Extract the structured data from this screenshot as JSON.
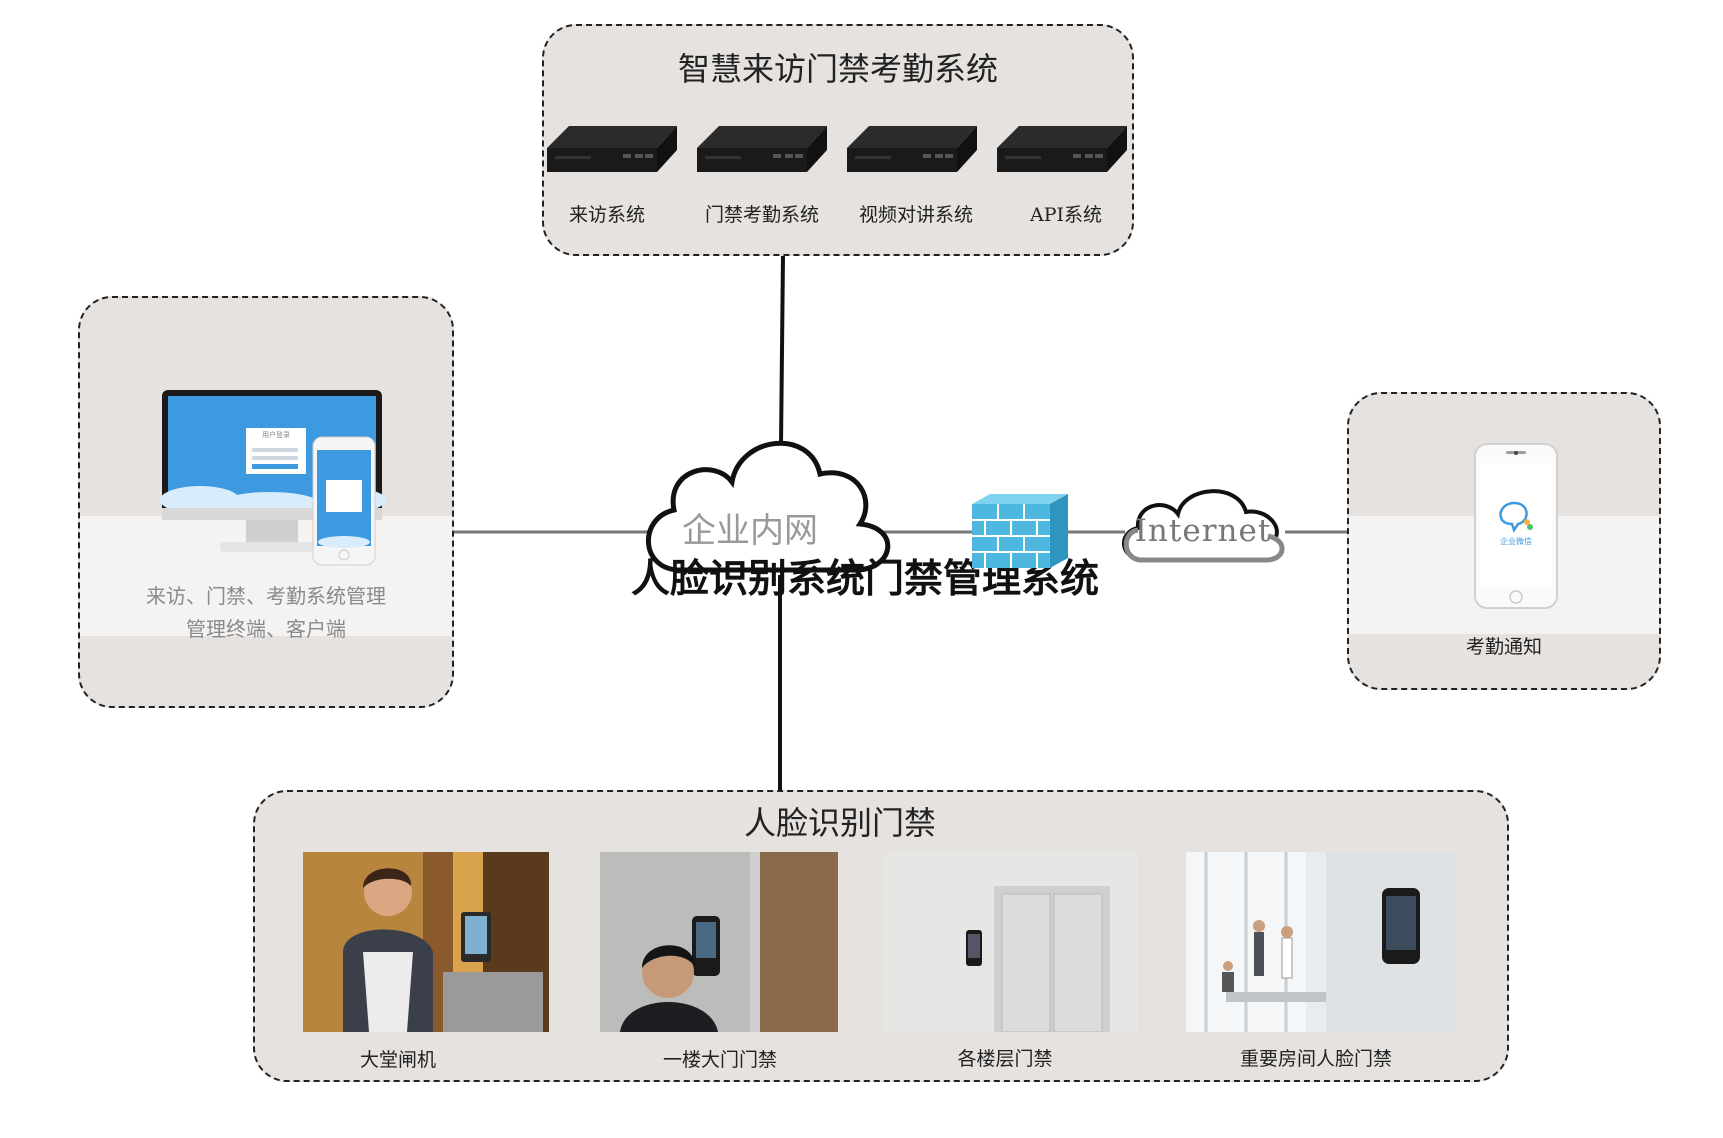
{
  "top_panel": {
    "title": "智慧来访门禁考勤系统",
    "servers": [
      {
        "label": "来访系统"
      },
      {
        "label": "门禁考勤系统"
      },
      {
        "label": "视频对讲系统"
      },
      {
        "label": "API系统"
      }
    ]
  },
  "left_panel": {
    "line1": "来访、门禁、考勤系统管理",
    "line2": "管理终端、客户端",
    "monitor_dialog_title": "用户登录"
  },
  "center": {
    "cloud_label": "企业内网",
    "main_title": "人脸识别系统门禁管理系统",
    "internet_label": "Internet"
  },
  "right_panel": {
    "label": "考勤通知",
    "app_name": "企业微信"
  },
  "bottom_panel": {
    "title": "人脸识别门禁",
    "photos": [
      {
        "label": "大堂闸机"
      },
      {
        "label": "一楼大门门禁"
      },
      {
        "label": "各楼层门禁"
      },
      {
        "label": "重要房间人脸门禁"
      }
    ]
  },
  "colors": {
    "panel_bg": "#e5e2df",
    "firewall_blue": "#4cb8e0",
    "line": "#111111"
  }
}
